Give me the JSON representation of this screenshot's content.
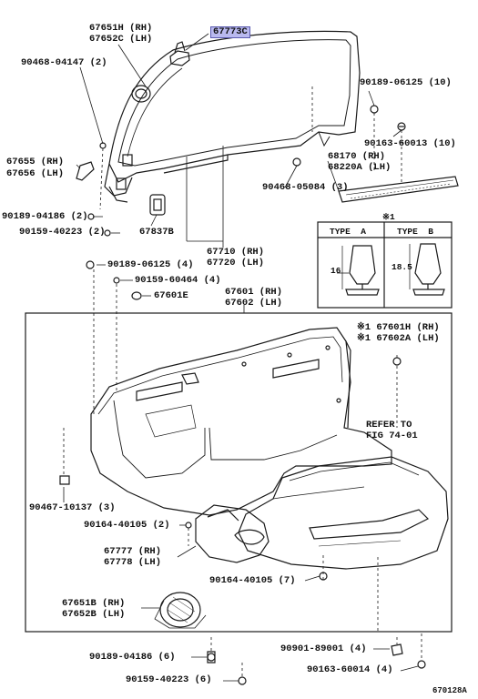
{
  "labels": {
    "l67651h": "67651H (RH)",
    "l67652c": "67652C (LH)",
    "l67773c": "67773C",
    "l90468_04147": "90468-04147 (2)",
    "l90189_06125_10": "90189-06125 (10)",
    "l90163_60013": "90163-60013 (10)",
    "l67655": "67655 (RH)",
    "l67656": "67656 (LH)",
    "l68170": "68170 (RH)",
    "l68220a": "68220A (LH)",
    "l90468_05084": "90468-05084 (3)",
    "l90189_04186_2": "90189-04186 (2)",
    "l90159_40223_2": "90159-40223 (2)",
    "l67837b": "67837B",
    "l67710": "67710 (RH)",
    "l67720": "67720 (LH)",
    "l90189_06125_4": "90189-06125 (4)",
    "l90159_60464": "90159-60464 (4)",
    "l67601e": "67601E",
    "l67601": "67601 (RH)",
    "l67602": "67602 (LH)",
    "l67601h": "※1 67601H (RH)",
    "l67602a": "※1 67602A (LH)",
    "refer1": "REFER TO",
    "refer2": "FIG 74-01",
    "l90467": "90467-10137 (3)",
    "l90164_a": "90164-40105 (2)",
    "l67777": "67777 (RH)",
    "l67778": "67778 (LH)",
    "l90164_b": "90164-40105 (7)",
    "l67651b": "67651B (RH)",
    "l67652b": "67652B (LH)",
    "l90189_04186_6": "90189-04186 (6)",
    "l90159_40223_6": "90159-40223 (6)",
    "l90901": "90901-89001 (4)",
    "l90163_60014": "90163-60014 (4)"
  },
  "types": {
    "note": "※1",
    "type_a": "TYPE  A",
    "type_b": "TYPE  B",
    "dim_a": "16",
    "dim_b": "18.5"
  },
  "figure_id": "670128A",
  "colors": {
    "line": "#1a1a1a",
    "highlight": "#b9b9ee"
  }
}
